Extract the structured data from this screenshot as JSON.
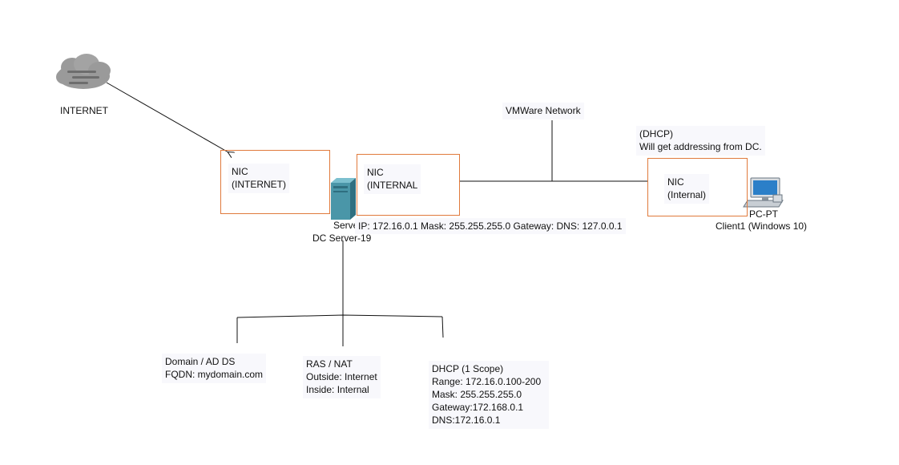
{
  "colors": {
    "frame": "#e07a3c",
    "line": "#111111",
    "note_bg": "#f8f8fc",
    "server": "#4a96a8",
    "monitor": "#2b7fc8"
  },
  "internet": {
    "label": "INTERNET",
    "icon": "cloud-icon"
  },
  "vmware_network": {
    "label": "VMWare Network"
  },
  "nic_internet": {
    "line1": "NIC",
    "line2": "(INTERNET)"
  },
  "nic_internal_server": {
    "line1": "NIC",
    "line2": "(INTERNAL"
  },
  "nic_internal_client": {
    "line1": "NIC",
    "line2": "(Internal)"
  },
  "dhcp_client_note": {
    "line1": "(DHCP)",
    "line2": "Will get addressing from DC."
  },
  "server": {
    "icon": "server-tower-icon",
    "line1": "Server-",
    "line2": "DC Server-19",
    "ip_config": "IP: 172.16.0.1 Mask: 255.255.255.0 Gateway: DNS: 127.0.0.1"
  },
  "client": {
    "icon": "desktop-pc-icon",
    "line1": "PC-PT",
    "line2": "Client1 (Windows 10)"
  },
  "roles": [
    {
      "lines": [
        "Domain / AD DS",
        "FQDN: mydomain.com"
      ]
    },
    {
      "lines": [
        "RAS / NAT",
        "Outside: Internet",
        "Inside: Internal"
      ]
    },
    {
      "lines": [
        "DHCP (1 Scope)",
        "Range: 172.16.0.100-200",
        "Mask: 255.255.255.0",
        "Gateway:172.168.0.1",
        "DNS:172.16.0.1"
      ]
    }
  ]
}
